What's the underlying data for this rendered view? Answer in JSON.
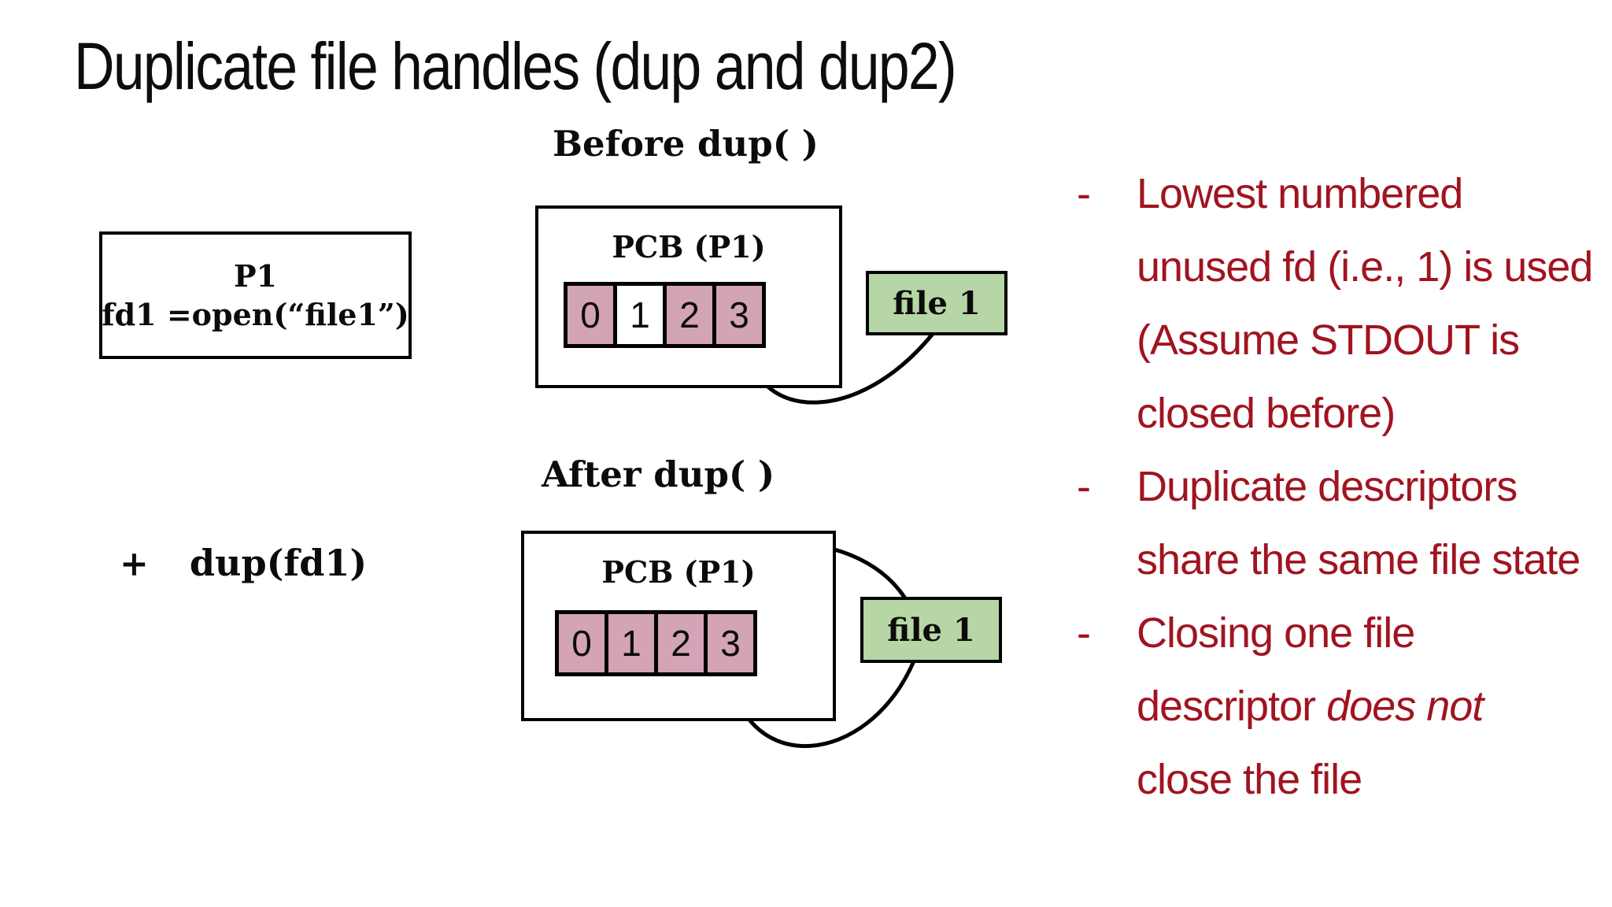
{
  "slide": {
    "title": "Duplicate file handles (dup and dup2)"
  },
  "left_panel": {
    "p1_box": {
      "title": "P1",
      "code": "fd1 =open(“file1”)"
    },
    "dup_call": {
      "plus": "+",
      "code": "dup(fd1)"
    }
  },
  "before": {
    "heading": "Before dup( )",
    "pcb_label": "PCB (P1)",
    "fds": [
      {
        "label": "0",
        "in_use": true
      },
      {
        "label": "1",
        "in_use": false
      },
      {
        "label": "2",
        "in_use": true
      },
      {
        "label": "3",
        "in_use": true
      }
    ],
    "file_label": "file 1"
  },
  "after": {
    "heading": "After dup( )",
    "pcb_label": "PCB (P1)",
    "fds": [
      {
        "label": "0",
        "in_use": true
      },
      {
        "label": "1",
        "in_use": true
      },
      {
        "label": "2",
        "in_use": true
      },
      {
        "label": "3",
        "in_use": true
      }
    ],
    "file_label": "file 1"
  },
  "notes": {
    "text_color": "#A01420",
    "items": [
      {
        "marker": "-",
        "lines": [
          "Lowest numbered",
          "unused fd (i.e., 1) is used",
          "(Assume STDOUT is",
          "closed before)"
        ]
      },
      {
        "marker": "-",
        "lines": [
          "Duplicate descriptors",
          "share the same file state"
        ]
      },
      {
        "marker": "-",
        "lines": [
          "Closing one file",
          {
            "segments": [
              {
                "text": "descriptor ",
                "italic": false
              },
              {
                "text": "does not",
                "italic": true
              }
            ]
          },
          "close the file"
        ]
      }
    ]
  },
  "colors": {
    "fd_in_use": "#D3A3B6",
    "fd_free": "#FFFFFF",
    "file_box": "#B7D6A6",
    "outline": "#000000"
  }
}
